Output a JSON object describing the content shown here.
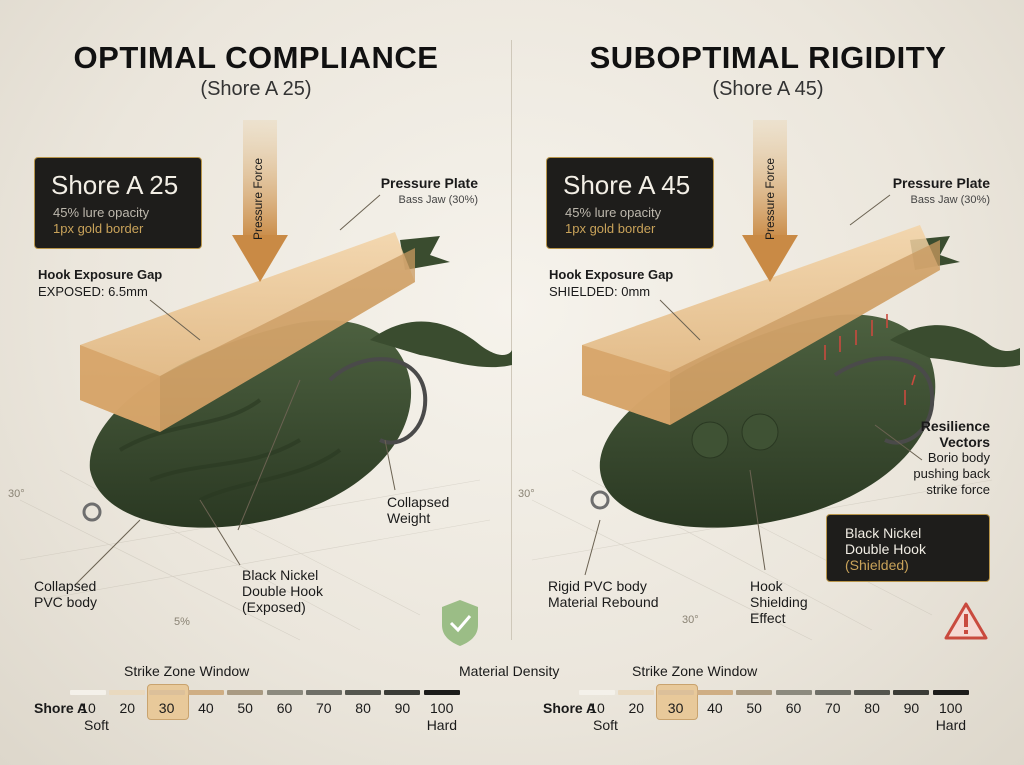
{
  "left": {
    "title": "OPTIMAL COMPLIANCE",
    "subtitle": "(Shore A 25)",
    "box_value": "Shore A 25",
    "box_line1": "45% lure opacity",
    "box_line2": "1px gold border",
    "force": "Pressure Force",
    "plate_title": "Pressure Plate",
    "plate_sub": "Bass Jaw (30%)",
    "gap_title": "Hook Exposure Gap",
    "gap_value": "EXPOSED: 6.5mm",
    "collapsed_weight_1": "Collapsed",
    "collapsed_weight_2": "Weight",
    "collapsed_pvc_1": "Collapsed",
    "collapsed_pvc_2": "PVC body",
    "hook_1": "Black Nickel",
    "hook_2": "Double Hook",
    "hook_3": "(Exposed)",
    "angle": "30°",
    "pct": "5%"
  },
  "right": {
    "title": "SUBOPTIMAL RIGIDITY",
    "subtitle": "(Shore A 45)",
    "box_value": "Shore A 45",
    "box_line1": "45% lure opacity",
    "box_line2": "1px gold border",
    "force": "Pressure Force",
    "plate_title": "Pressure Plate",
    "plate_sub": "Bass Jaw (30%)",
    "gap_title": "Hook Exposure Gap",
    "gap_value": "SHIELDED: 0mm",
    "resilience_1": "Resilience",
    "resilience_2": "Vectors",
    "borio_1": "Borio body",
    "borio_2": "pushing back",
    "borio_3": "strike force",
    "hook_1": "Black Nickel",
    "hook_2": "Double Hook",
    "hook_3": "(Shielded)",
    "rigid_1": "Rigid PVC body",
    "rigid_2": "Material Rebound",
    "shield_1": "Hook",
    "shield_2": "Shielding",
    "shield_3": "Effect",
    "angle": "30°",
    "angle2": "30°"
  },
  "scale": {
    "strike_zone": "Strike Zone Window",
    "material_density": "Material Density",
    "shore_a": "Shore A",
    "values": [
      "10",
      "20",
      "30",
      "40",
      "50",
      "60",
      "70",
      "80",
      "90",
      "100"
    ],
    "soft": "Soft",
    "hard": "Hard",
    "left_highlight": "30",
    "right_highlight": "30",
    "colors": [
      "#f4f1ea",
      "#e9d9bf",
      "#dcc09a",
      "#cfae84",
      "#a99a82",
      "#8c8a7e",
      "#6f6f67",
      "#55564f",
      "#3b3c37",
      "#1c1c1a"
    ]
  },
  "colors": {
    "lure_green": "#3a4c2f",
    "plate": "#e8c08a",
    "gold": "#b8954a",
    "check": "#8fb07a",
    "warn": "#c94a3e"
  }
}
